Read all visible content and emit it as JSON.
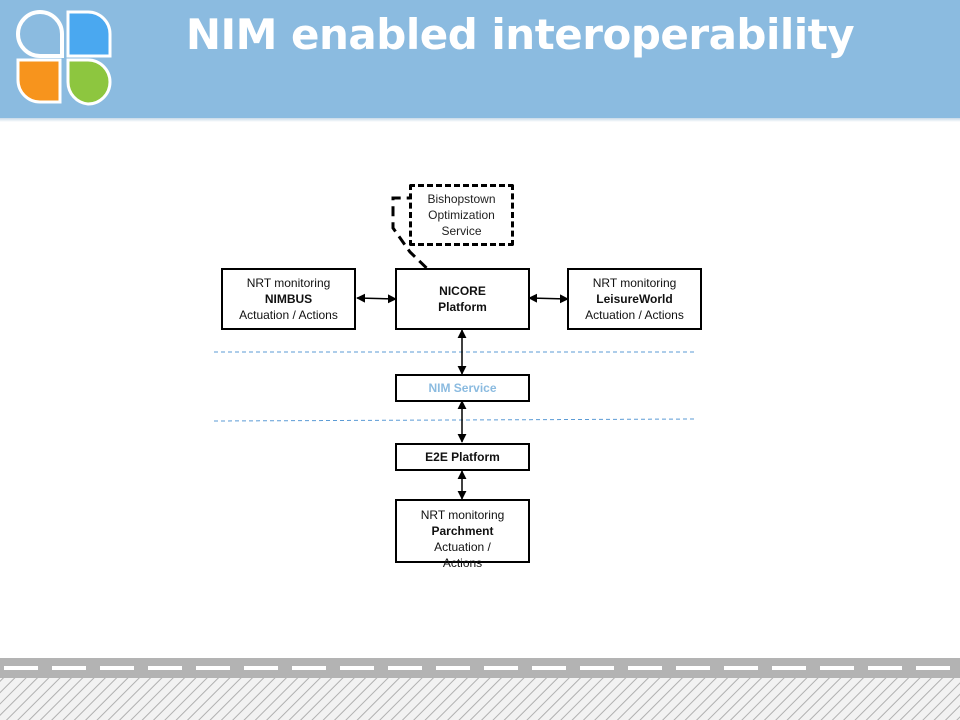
{
  "slide": {
    "title": "NIM enabled interoperability"
  },
  "diagram": {
    "optimization": {
      "line1": "Bishopstown",
      "line2": "Optimization",
      "line3": "Service"
    },
    "left": {
      "line1": "NRT monitoring",
      "line2": "NIMBUS",
      "line3": "Actuation / Actions"
    },
    "center": {
      "line1": "NICORE",
      "line2": "Platform"
    },
    "right": {
      "line1": "NRT monitoring",
      "line2": "LeisureWorld",
      "line3": "Actuation / Actions"
    },
    "nim_service": "NIM Service",
    "e2e": "E2E Platform",
    "bottom": {
      "line1": "NRT monitoring",
      "line2": "Parchment",
      "line3": "Actuation /",
      "line4": "Actions"
    }
  },
  "colors": {
    "header": "#8bbbe0",
    "logo_blue": "#4aa8f0",
    "logo_orange": "#f7941d",
    "logo_green": "#8dc63f",
    "dashed_line": "#5b9bd5"
  }
}
